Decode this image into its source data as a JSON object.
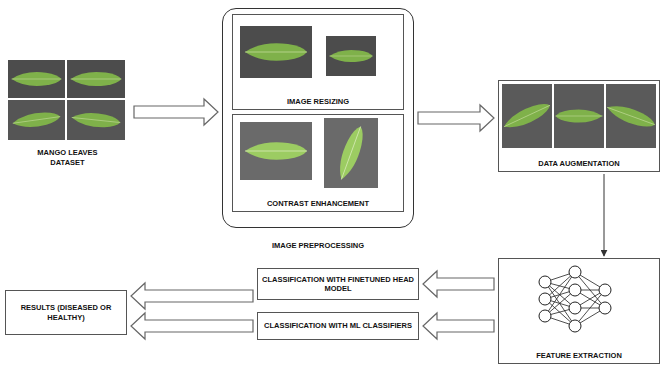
{
  "diagram": {
    "nodes": [
      {
        "text": [
          "MANGO LEAVES DATASET"
        ]
      },
      {
        "text": [
          "IMAGE PREPROCESSING"
        ]
      },
      {
        "text": [
          "IMAGE RESIZING"
        ],
        "in": 1
      },
      {
        "text": [
          "CONTRAST ENHANCEMENT"
        ],
        "in": 1
      },
      {
        "text": [
          "DATA AUGMENTATION"
        ]
      },
      {
        "text": [
          "FEATURE EXTRACTION"
        ]
      },
      {
        "text": [
          "CLASSIFICATION WITH FINETUNED HEAD MODEL"
        ]
      },
      {
        "text": [
          "CLASSIFICATION WITH ML CLASSIFIERS"
        ]
      },
      {
        "text": [
          "RESULTS (DISEASED OR HEALTHY)"
        ]
      }
    ],
    "edges": [
      {
        "from": 0,
        "to": 1,
        "arrow": "to"
      },
      {
        "from": 1,
        "to": 4,
        "arrow": "to"
      },
      {
        "from": 4,
        "to": 5,
        "arrow": "to"
      },
      {
        "from": 5,
        "to": 6,
        "arrow": "to"
      },
      {
        "from": 5,
        "to": 7,
        "arrow": "to"
      },
      {
        "from": 6,
        "to": 8,
        "arrow": "to"
      },
      {
        "from": 7,
        "to": 8,
        "arrow": "to"
      }
    ]
  }
}
